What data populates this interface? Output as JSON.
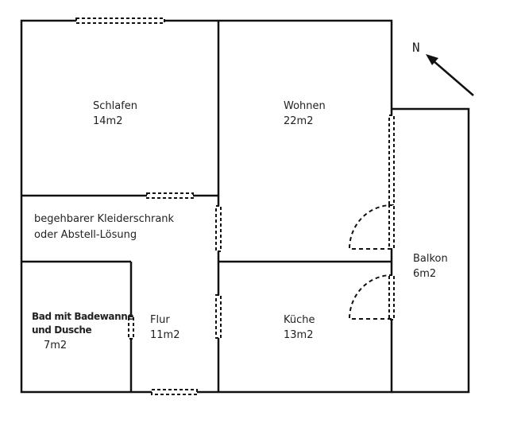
{
  "plan": {
    "compass": "N",
    "rooms": {
      "schlafen": {
        "name": "Schlafen",
        "area": "14m2"
      },
      "wohnen": {
        "name": "Wohnen",
        "area": "22m2"
      },
      "kleiderschrank": {
        "line1": "begehbarer Kleiderschrank",
        "line2": "oder Abstell-Lösung"
      },
      "bad": {
        "line1": "Bad mit Badewanne",
        "line2": "und Dusche",
        "area": "7m2"
      },
      "flur": {
        "name": "Flur",
        "area": "11m2"
      },
      "kueche": {
        "name": "Küche",
        "area": "13m2"
      },
      "balkon": {
        "name": "Balkon",
        "area": "6m2"
      }
    }
  }
}
